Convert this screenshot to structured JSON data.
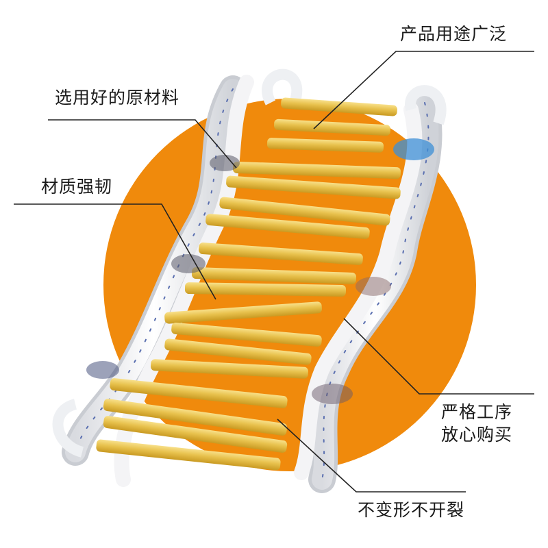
{
  "colors": {
    "background": "#ffffff",
    "circle": "#f08a0c",
    "rung": "#e8c24e",
    "rope": "#f2f2f4",
    "leader_line": "#222222"
  },
  "labels": {
    "wide_use": "产品用途广泛",
    "good_material": "选用好的原材料",
    "strong_material": "材质强韧",
    "strict_process_line1": "严格工序",
    "strict_process_line2": "放心购买",
    "no_deform": "不变形不开裂"
  }
}
